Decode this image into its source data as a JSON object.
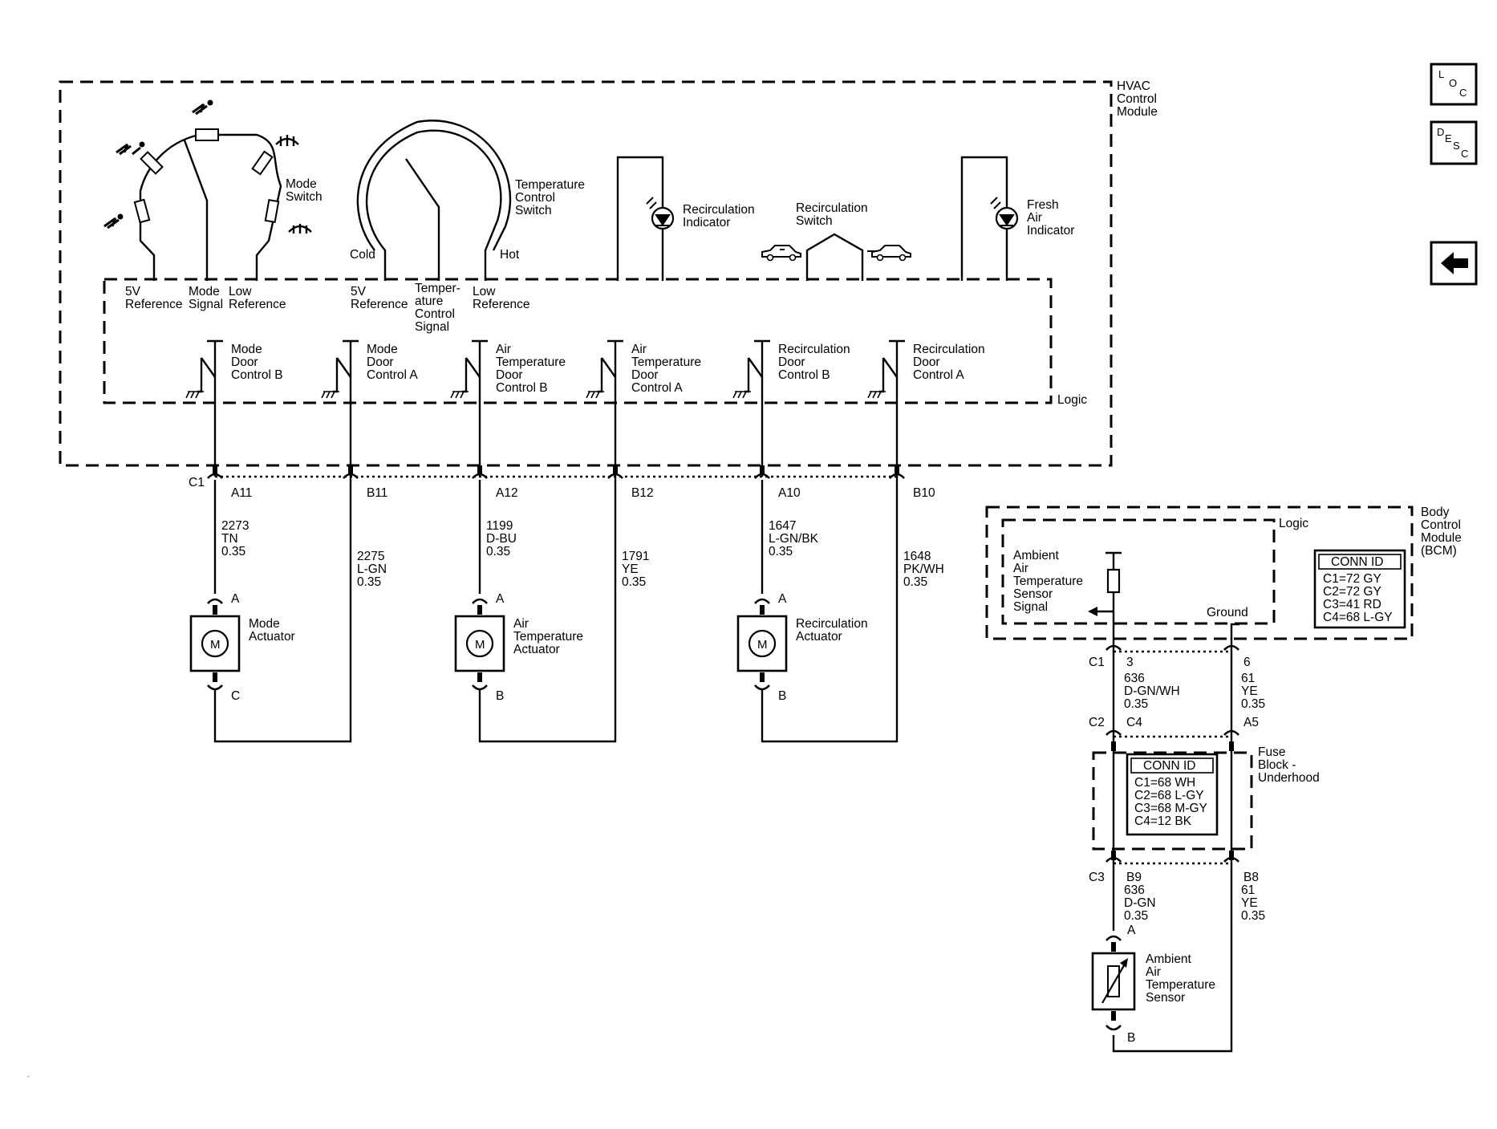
{
  "hvac_module": {
    "line1": "HVAC",
    "line2": "Control",
    "line3": "Module"
  },
  "logic_label": "Logic",
  "mode_switch": {
    "label1": "Mode",
    "label2": "Switch"
  },
  "temp_switch": {
    "label1": "Temperature",
    "label2": "Control",
    "label3": "Switch",
    "cold": "Cold",
    "hot": "Hot"
  },
  "recirc_indicator": {
    "label1": "Recirculation",
    "label2": "Indicator"
  },
  "recirc_switch": {
    "label1": "Recirculation",
    "label2": "Switch"
  },
  "fresh_indicator": {
    "label1": "Fresh",
    "label2": "Air",
    "label3": "Indicator"
  },
  "signal_labels": {
    "ref5v_a_1": "5V",
    "ref5v_a_2": "Reference",
    "mode_sig_1": "Mode",
    "mode_sig_2": "Signal",
    "lowref_a_1": "Low",
    "lowref_a_2": "Reference",
    "ref5v_b_1": "5V",
    "ref5v_b_2": "Reference",
    "temp_sig_1": "Temper-",
    "temp_sig_2": "ature",
    "temp_sig_3": "Control",
    "temp_sig_4": "Signal",
    "lowref_b_1": "Low",
    "lowref_b_2": "Reference"
  },
  "drivers": [
    {
      "l1": "Mode",
      "l2": "Door",
      "l3": "Control B"
    },
    {
      "l1": "Mode",
      "l2": "Door",
      "l3": "Control A"
    },
    {
      "l1": "Air",
      "l2": "Temperature",
      "l3": "Door",
      "l4": "Control B"
    },
    {
      "l1": "Air",
      "l2": "Temperature",
      "l3": "Door",
      "l4": "Control A"
    },
    {
      "l1": "Recirculation",
      "l2": "Door",
      "l3": "Control B"
    },
    {
      "l1": "Recirculation",
      "l2": "Door",
      "l3": "Control A"
    }
  ],
  "c1_label": "C1",
  "hvac_pins": [
    "A11",
    "B11",
    "A12",
    "B12",
    "A10",
    "B10"
  ],
  "hvac_wires": [
    {
      "circuit": "2273",
      "color": "TN",
      "size": "0.35"
    },
    {
      "circuit": "2275",
      "color": "L-GN",
      "size": "0.35"
    },
    {
      "circuit": "1199",
      "color": "D-BU",
      "size": "0.35"
    },
    {
      "circuit": "1791",
      "color": "YE",
      "size": "0.35"
    },
    {
      "circuit": "1647",
      "color": "L-GN/BK",
      "size": "0.35"
    },
    {
      "circuit": "1648",
      "color": "PK/WH",
      "size": "0.35"
    }
  ],
  "actuators": [
    {
      "l1": "Mode",
      "l2": "Actuator",
      "top_pin": "A",
      "bottom_pin": "C",
      "symbol": "M"
    },
    {
      "l1": "Air",
      "l2": "Temperature",
      "l3": "Actuator",
      "top_pin": "A",
      "bottom_pin": "B",
      "symbol": "M"
    },
    {
      "l1": "Recirculation",
      "l2": "Actuator",
      "top_pin": "A",
      "bottom_pin": "B",
      "symbol": "M"
    }
  ],
  "bcm": {
    "l1": "Body",
    "l2": "Control",
    "l3": "Module",
    "l4": "(BCM)",
    "logic": "Logic",
    "sensor_signal": {
      "l1": "Ambient",
      "l2": "Air",
      "l3": "Temperature",
      "l4": "Sensor",
      "l5": "Signal"
    },
    "ground": "Ground",
    "conn_title": "CONN ID",
    "conn_rows": [
      "C1=72 GY",
      "C2=72 GY",
      "C3=41 RD",
      "C4=68 L-GY"
    ]
  },
  "bcm_c1": "C1",
  "bcm_pins": [
    "3",
    "6"
  ],
  "bcm_wires": [
    {
      "circuit": "636",
      "color": "D-GN/WH",
      "size": "0.35"
    },
    {
      "circuit": "61",
      "color": "YE",
      "size": "0.35"
    }
  ],
  "fuse_block": {
    "l1": "Fuse",
    "l2": "Block -",
    "l3": "Underhood",
    "c2": "C2",
    "c4": "C4",
    "a5": "A5",
    "c3": "C3",
    "b9": "B9",
    "b8": "B8",
    "conn_title": "CONN ID",
    "conn_rows": [
      "C1=68 WH",
      "C2=68 L-GY",
      "C3=68 M-GY",
      "C4=12 BK"
    ]
  },
  "lower_wires": [
    {
      "circuit": "636",
      "color": "D-GN",
      "size": "0.35"
    },
    {
      "circuit": "61",
      "color": "YE",
      "size": "0.35"
    }
  ],
  "ambient_sensor": {
    "l1": "Ambient",
    "l2": "Air",
    "l3": "Temperature",
    "l4": "Sensor",
    "top_pin": "A",
    "bottom_pin": "B"
  },
  "nav": {
    "loc": [
      "L",
      "O",
      "C"
    ],
    "desc": [
      "D",
      "E",
      "S",
      "C"
    ],
    "back_icon": "left-arrow-icon"
  }
}
